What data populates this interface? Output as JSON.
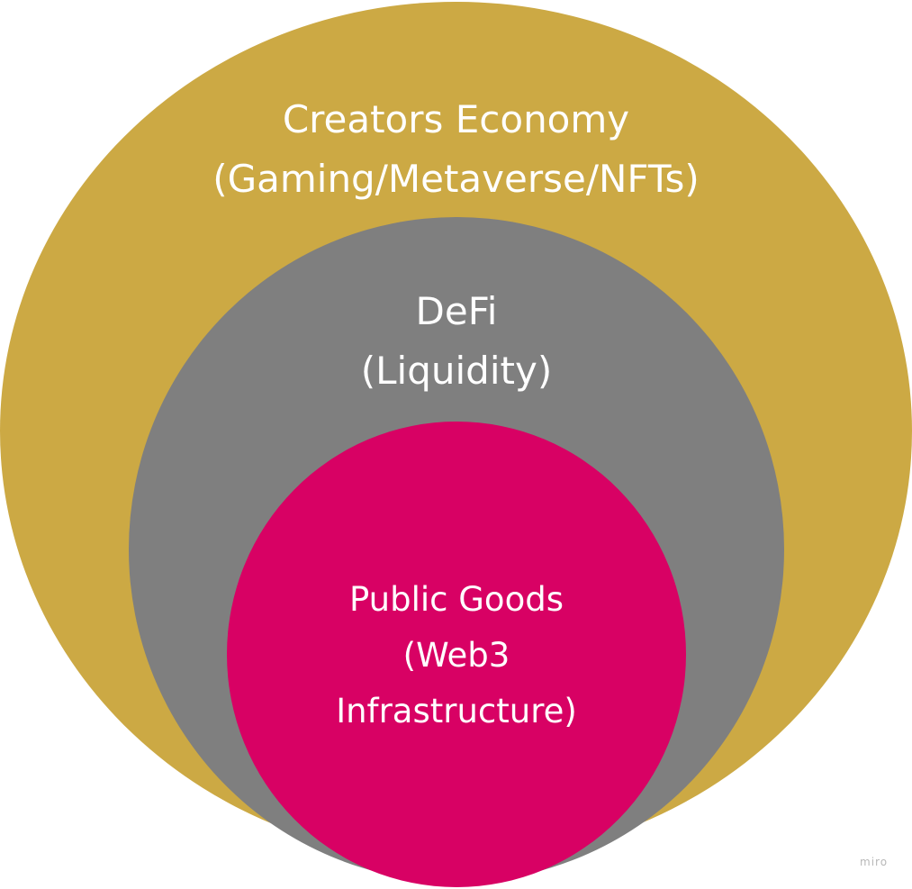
{
  "circles": {
    "outer": {
      "color": "#cca944",
      "line1": "Creators Economy",
      "line2": "(Gaming/Metaverse/NFTs)"
    },
    "middle": {
      "color": "#7f7f7f",
      "line1": "DeFi",
      "line2": "(Liquidity)"
    },
    "inner": {
      "color": "#d80164",
      "line1": "Public Goods",
      "line2": "(Web3",
      "line3": "Infrastructure)"
    }
  },
  "watermark": "miro"
}
